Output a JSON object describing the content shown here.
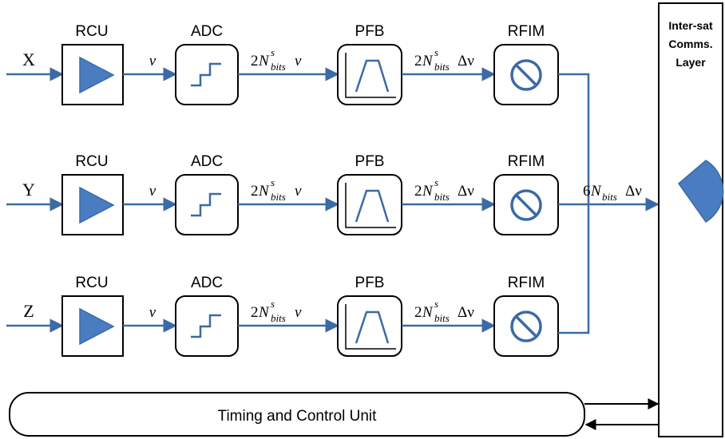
{
  "channels": [
    {
      "input": "X",
      "rcu": "RCU",
      "adc": "ADC",
      "pfb": "PFB",
      "rfim": "RFIM"
    },
    {
      "input": "Y",
      "rcu": "RCU",
      "adc": "ADC",
      "pfb": "PFB",
      "rfim": "RFIM"
    },
    {
      "input": "Z",
      "rcu": "RCU",
      "adc": "ADC",
      "pfb": "PFB",
      "rfim": "RFIM"
    }
  ],
  "signals": {
    "nu": "ν",
    "two": "2",
    "N": "N",
    "sup_s": "s",
    "sub_bits": "bits",
    "delta_nu": "Δν",
    "six": "6"
  },
  "intersat": {
    "line1": "Inter-sat",
    "line2": "Comms.",
    "line3": "Layer"
  },
  "timing_control": "Timing and Control Unit",
  "colors": {
    "line": "#3b6aa6",
    "block_stroke": "#000000",
    "fill_blue": "#4a7cc1"
  }
}
